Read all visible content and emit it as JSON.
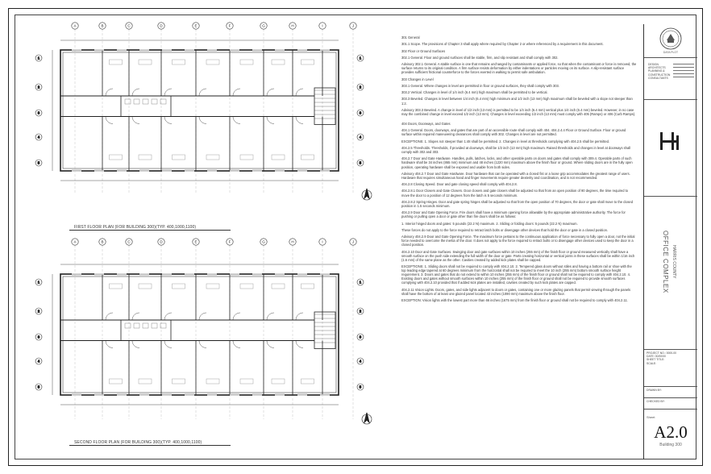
{
  "plans": {
    "first_floor_caption": "FIRST FLOOR PLAN (FOR BUILDING 300)(TYP. 400,1000,1100)",
    "second_floor_caption": "SECOND FLOOR PLAN (FOR BUILDING 300)(TYP. 400,1000,1100)",
    "grid_letters_top": [
      "A",
      "B",
      "C",
      "D",
      "E",
      "F",
      "G",
      "H",
      "I",
      "J"
    ],
    "grid_numbers_side": [
      "1",
      "2",
      "3",
      "4",
      "5"
    ]
  },
  "notes": [
    {
      "kind": "head",
      "text": "301 General"
    },
    {
      "kind": "body",
      "text": "301.1 Scope. The provisions of Chapter 3 shall apply where required by Chapter 2 or where referenced by a requirement in this document."
    },
    {
      "kind": "body",
      "text": "302 Floor or Ground Surfaces"
    },
    {
      "kind": "body",
      "text": "302.1 General. Floor and ground surfaces shall be stable, firm, and slip resistant and shall comply with 302."
    },
    {
      "kind": "body",
      "text": "Advisory 302.1 General. A stable surface is one that remains unchanged by contaminants or applied force, so that when the contaminant or force is removed, the surface returns to its original condition. A firm surface resists deformation by either indentations or particles moving on its surface. A slip-resistant surface provides sufficient frictional counterforce to the forces exerted in walking to permit safe ambulation."
    },
    {
      "kind": "head",
      "text": "303 Changes in Level"
    },
    {
      "kind": "body",
      "text": "303.1 General. Where changes in level are permitted in floor or ground surfaces, they shall comply with 303."
    },
    {
      "kind": "body",
      "text": "303.2 Vertical. Changes in level of 1/4 inch (6.4 mm) high maximum shall be permitted to be vertical."
    },
    {
      "kind": "body",
      "text": "303.3 Beveled. Changes in level between 1/4 inch (6.4 mm) high minimum and 1/2 inch (13 mm) high maximum shall be beveled with a slope not steeper than 1:2."
    },
    {
      "kind": "body",
      "text": "Advisory 303.3 Beveled. A change in level of 1/2 inch (13 mm) is permitted to be 1/4 inch (6.4 mm) vertical plus 1/4 inch (6.4 mm) beveled. However, in no case may the combined change in level exceed 1/2 inch (13 mm). Changes in level exceeding 1/2 inch (13 mm) must comply with 405 (Ramps) or 406 (Curb Ramps)."
    },
    {
      "kind": "gap",
      "text": "404 Doors, Doorways, and Gates"
    },
    {
      "kind": "body",
      "text": "404.1 General. Doors, doorways, and gates that are part of an accessible route shall comply with 404. 404.2.4.4 Floor or Ground Surface. Floor or ground surface within required maneuvering clearances shall comply with 302. Changes in level are not permitted."
    },
    {
      "kind": "body",
      "text": "EXCEPTIONS: 1. Slopes not steeper than 1:48 shall be permitted. 2. Changes in level at thresholds complying with 404.2.5 shall be permitted."
    },
    {
      "kind": "body",
      "text": "404.2.5 Thresholds. Thresholds, if provided at doorways, shall be 1/2 inch (13 mm) high maximum. Raised thresholds and changes in level at doorways shall comply with 302 and 303."
    },
    {
      "kind": "body",
      "text": "404.2.7 Door and Gate Hardware. Handles, pulls, latches, locks, and other operable parts on doors and gates shall comply with 309.4. Operable parts of such hardware shall be 34 inches (865 mm) minimum and 48 inches (1220 mm) maximum above the finish floor or ground. Where sliding doors are in the fully open position, operating hardware shall be exposed and usable from both sides."
    },
    {
      "kind": "body",
      "text": "Advisory 404.2.7 Door and Gate Hardware. Door hardware that can be operated with a closed fist or a loose grip accommodates the greatest range of users. Hardware that requires simultaneous hand and finger movements require greater dexterity and coordination, and is not recommended."
    },
    {
      "kind": "body",
      "text": "404.2.8 Closing Speed. Door and gate closing speed shall comply with 404.2.8."
    },
    {
      "kind": "body",
      "text": "404.2.8.1 Door Closers and Gate Closers. Door closers and gate closers shall be adjusted so that from an open position of 90 degrees, the time required to move the door to a position of 12 degrees from the latch is 5 seconds minimum."
    },
    {
      "kind": "body",
      "text": "404.2.8.2 Spring Hinges. Door and gate spring hinges shall be adjusted so that from the open position of 70 degrees, the door or gate shall move to the closed position in 1.5 seconds minimum."
    },
    {
      "kind": "body",
      "text": "404.2.9 Door and Gate Opening Force. Fire doors shall have a minimum opening force allowable by the appropriate administrative authority. The force for pushing or pulling open a door or gate other than fire doors shall be as follows:"
    },
    {
      "kind": "body",
      "text": "1. Interior hinged doors and gates: 5 pounds (22.2 N) maximum. 2. Sliding or folding doors: 5 pounds (22.2 N) maximum."
    },
    {
      "kind": "body",
      "text": "These forces do not apply to the force required to retract latch bolts or disengage other devices that hold the door or gate in a closed position."
    },
    {
      "kind": "body",
      "text": "Advisory 404.2.9 Door and Gate Opening Force. The maximum force pertains to the continuous application of force necessary to fully open a door, not the initial force needed to overcome the inertia of the door. It does not apply to the force required to retract bolts or to disengage other devices used to keep the door in a closed position."
    },
    {
      "kind": "body",
      "text": "404.2.10 Door and Gate Surfaces. Swinging door and gate surfaces within 10 inches (255 mm) of the finish floor or ground measured vertically shall have a smooth surface on the push side extending the full width of the door or gate. Parts creating horizontal or vertical joints in these surfaces shall be within 1/16 inch (1.6 mm) of the same plane as the other. Cavities created by added kick plates shall be capped."
    },
    {
      "kind": "body",
      "text": "EXCEPTIONS: 1. Sliding doors shall not be required to comply with 404.2.10. 2. Tempered glass doors without stiles and having a bottom rail or shoe with the top leading edge tapered at 60 degrees minimum from the horizontal shall not be required to meet the 10 inch (255 mm) bottom smooth surface height requirement. 3. Doors and gates that do not extend to within 10 inches (255 mm) of the finish floor or ground shall not be required to comply with 404.2.10. 4. Existing doors and gates without smooth surfaces within 10 inches (255 mm) of the finish floor or ground shall not be required to provide smooth surfaces complying with 404.2.10 provided that if added kick plates are installed, cavities created by such kick plates are capped."
    },
    {
      "kind": "body",
      "text": "404.2.11 Vision Lights. Doors, gates, and side lights adjacent to doors or gates, containing one or more glazing panels that permit viewing through the panels shall have the bottom of at least one glazed panel located 43 inches (1090 mm) maximum above the finish floor."
    },
    {
      "kind": "body",
      "text": "EXCEPTION: Vision lights with the lowest part more than 66 inches (1675 mm) from the finish floor or ground shall not be required to comply with 404.2.11."
    }
  ],
  "titleblock": {
    "seal_caption": "DATA PLOT",
    "firm_lines": [
      "DESIGN ARCHITECTS",
      "PLANNING & CONSTRUCTION",
      "CONSULTANTS"
    ],
    "project_title": "OFFICE COMPLEX",
    "county": "HARRIS COUNTY",
    "project_info": [
      "PROJECT NO.: 0000-00",
      "DATE: 00/00/00",
      "SHEET TITLE:",
      "SCALE:"
    ],
    "drawn_by": "DRAWN BY:",
    "checked_by": "CHECKED BY:",
    "sheet_label": "Sheet",
    "sheet_number": "A2.0",
    "building": "Building 300"
  },
  "colors": {
    "ink": "#222222",
    "paper": "#ffffff",
    "fixture": "#8a8a8a"
  }
}
